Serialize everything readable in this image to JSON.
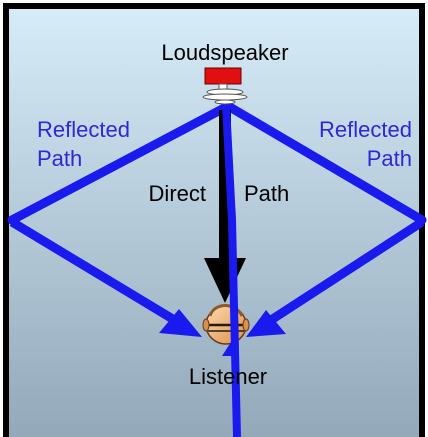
{
  "labels": {
    "loudspeaker": "Loudspeaker",
    "reflected_left_line1": "Reflected",
    "reflected_left_line2": "Path",
    "reflected_right_line1": "Reflected",
    "reflected_right_line2": "Path",
    "direct": "Direct",
    "path": "Path",
    "listener": "Listener"
  },
  "colors": {
    "room_top": "#d6ecf8",
    "room_bottom": "#93a8b9",
    "wall": "#000000",
    "reflected_path": "#1a1aee",
    "reflected_label": "#2a2ad8",
    "direct_path": "#000000",
    "speaker_body": "#e01010",
    "label_text": "#000000",
    "listener_skin": "#f0b67a"
  },
  "icons": {
    "loudspeaker": "loudspeaker-icon",
    "listener": "listener-icon"
  }
}
